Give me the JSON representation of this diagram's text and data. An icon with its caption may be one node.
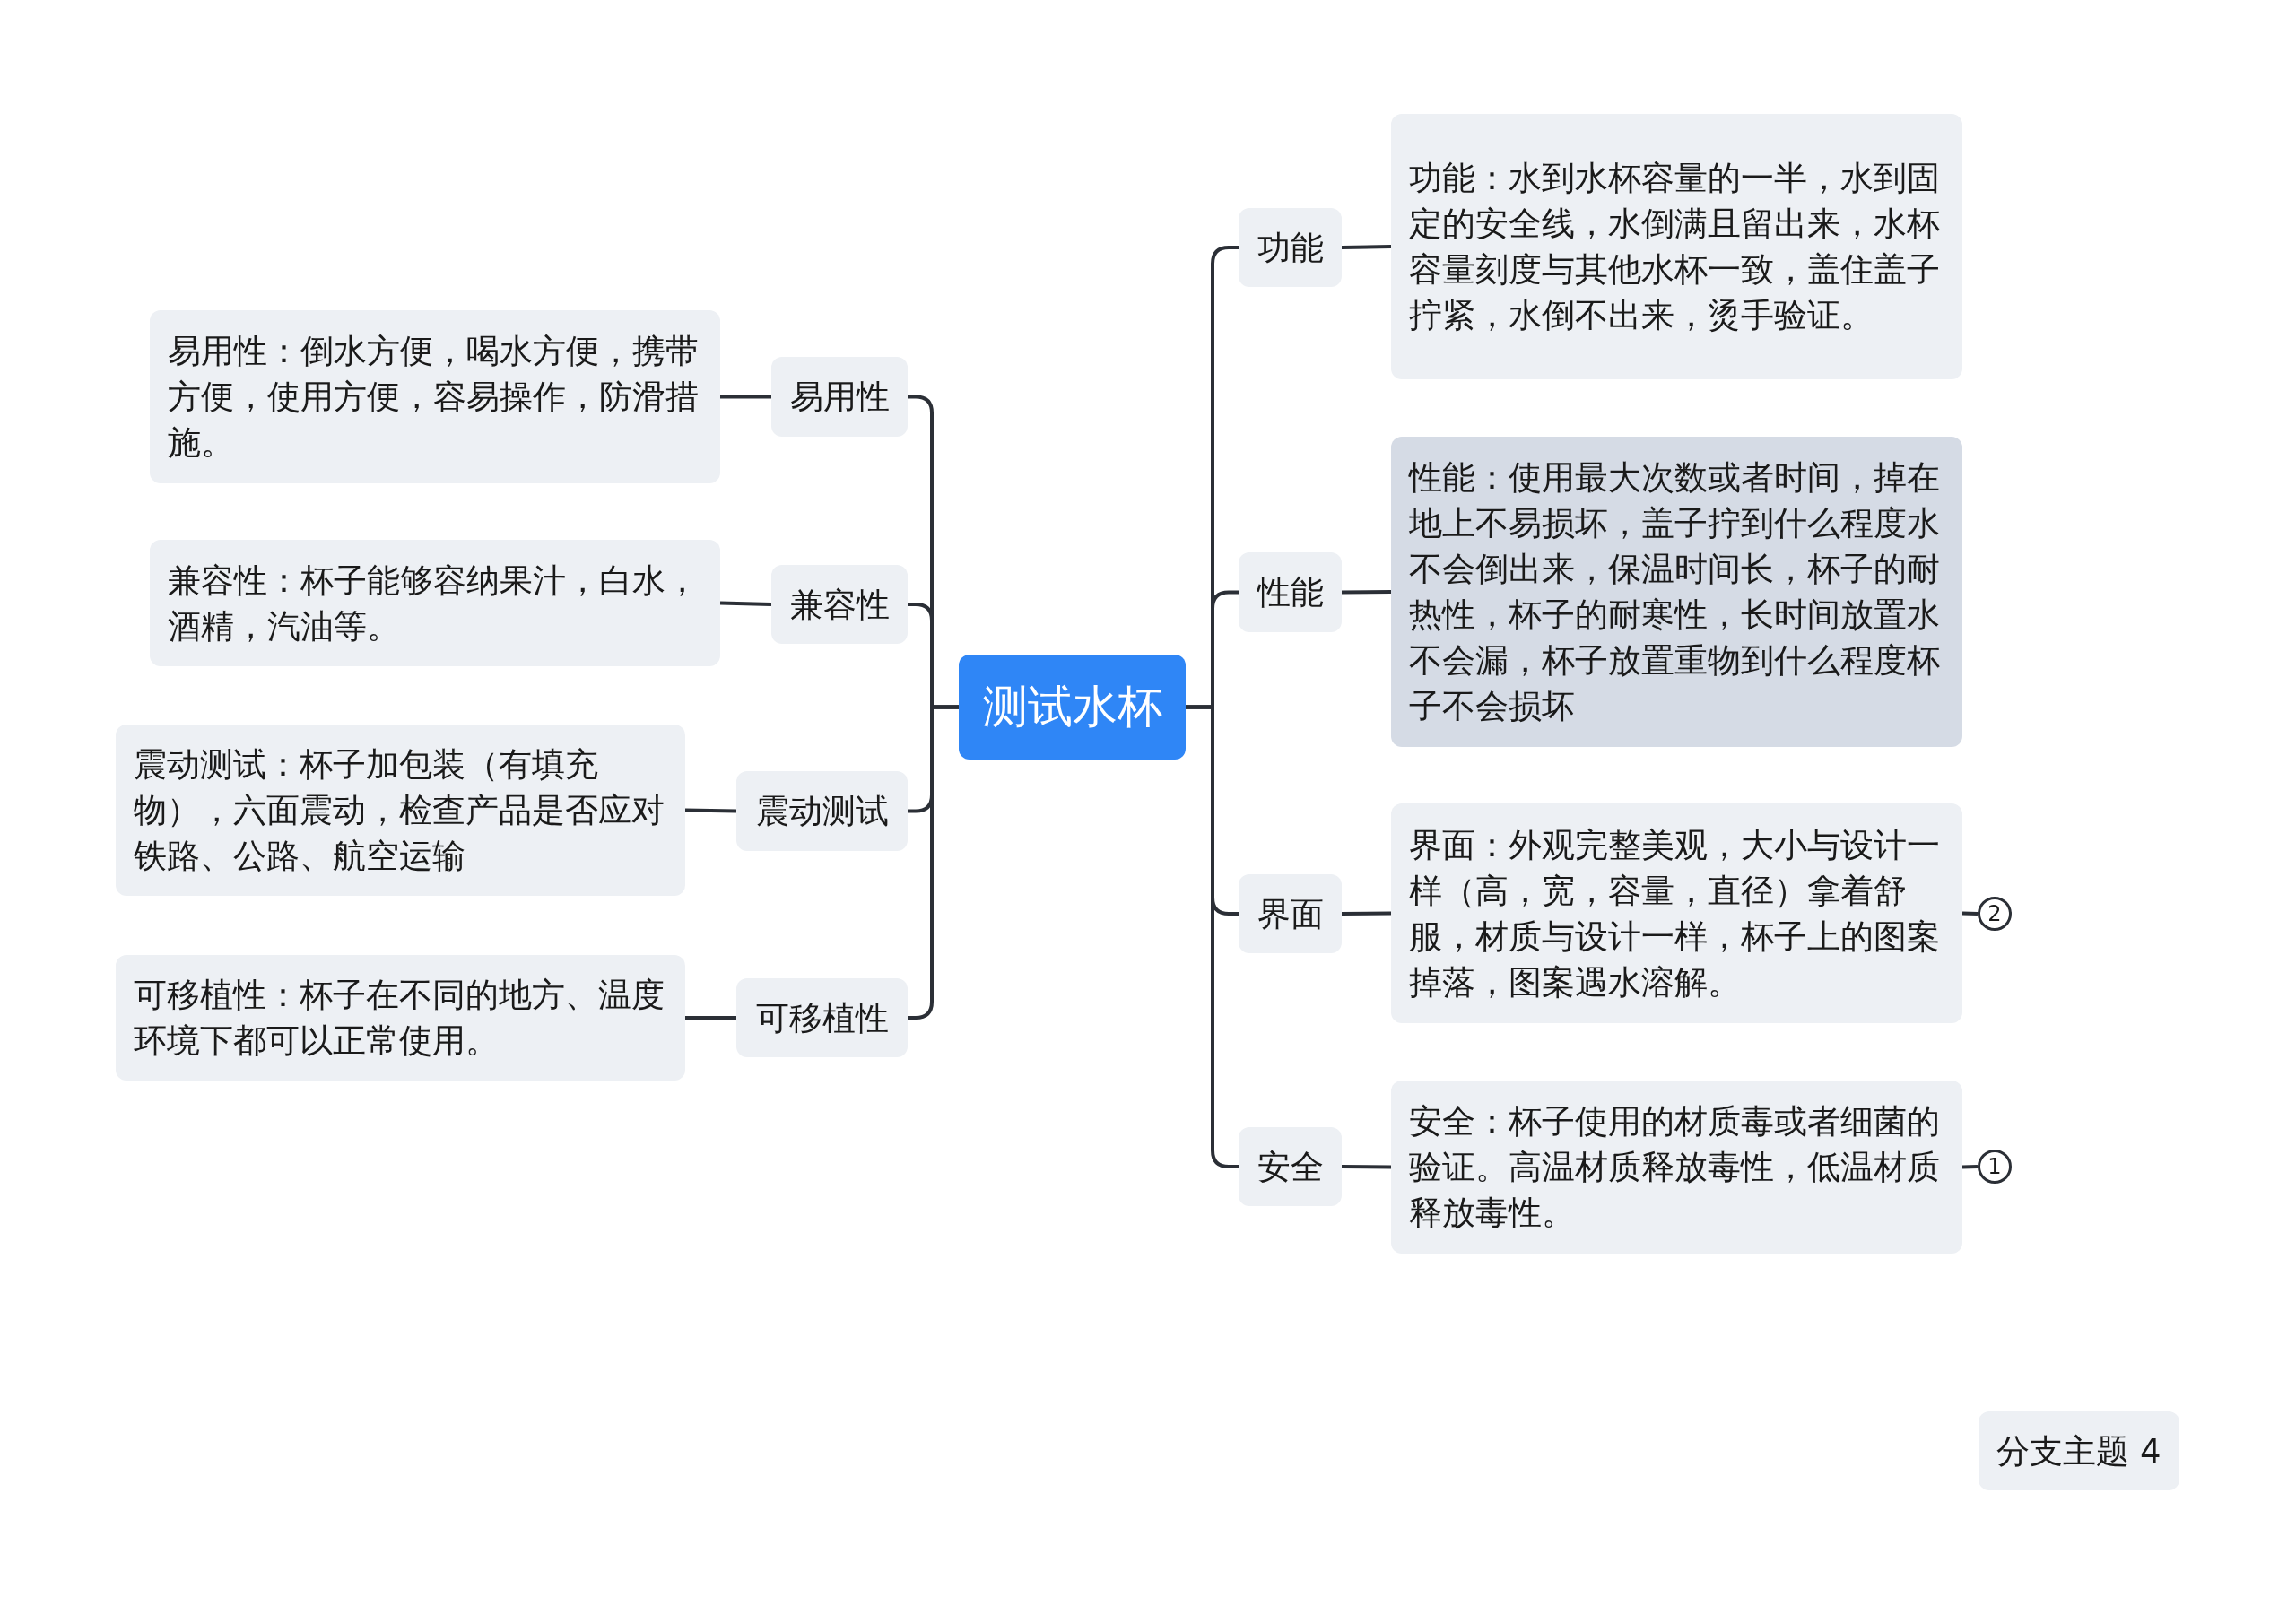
{
  "diagram": {
    "nodes": [
      {
        "text": [
          "测试水杯"
        ]
      },
      {
        "text": [
          "易用性"
        ]
      },
      {
        "text": [
          "易用性：倒水方便，喝水方便，携带方便，使用方便，容易操作，防滑措施。"
        ]
      },
      {
        "text": [
          "兼容性"
        ]
      },
      {
        "text": [
          "兼容性：杯子能够容纳果汁，白水，酒精，汽油等。"
        ]
      },
      {
        "text": [
          "震动测试"
        ]
      },
      {
        "text": [
          "震动测试：杯子加包装（有填充物），六面震动，检查产品是否应对铁路、公路、航空运输"
        ]
      },
      {
        "text": [
          "可移植性"
        ]
      },
      {
        "text": [
          "可移植性：杯子在不同的地方、温度环境下都可以正常使用。"
        ]
      },
      {
        "text": [
          "功能"
        ]
      },
      {
        "text": [
          "功能：水到水杯容量的一半，水到固定的安全线，水倒满且留出来，水杯容量刻度与其他水杯一致，盖住盖子拧紧，水倒不出来，烫手验证。"
        ]
      },
      {
        "text": [
          "性能"
        ]
      },
      {
        "text": [
          "性能：使用最大次数或者时间，掉在地上不易损坏，盖子拧到什么程度水不会倒出来，保温时间长，杯子的耐热性，杯子的耐寒性，长时间放置水不会漏，杯子放置重物到什么程度杯子不会损坏"
        ]
      },
      {
        "text": [
          "界面"
        ]
      },
      {
        "text": [
          "界面：外观完整美观，大小与设计一样（高，宽，容量，直径）拿着舒服，材质与设计一样，杯子上的图案掉落，图案遇水溶解。"
        ]
      },
      {
        "text": [
          "2"
        ]
      },
      {
        "text": [
          "安全"
        ]
      },
      {
        "text": [
          "安全：杯子使用的材质毒或者细菌的验证。高温材质释放毒性，低温材质释放毒性。"
        ]
      },
      {
        "text": [
          "1"
        ]
      },
      {
        "text": [
          "分支主题 4"
        ]
      }
    ],
    "edges": [
      {
        "from": 0,
        "to": 1,
        "arrow": "none"
      },
      {
        "from": 0,
        "to": 3,
        "arrow": "none"
      },
      {
        "from": 0,
        "to": 5,
        "arrow": "none"
      },
      {
        "from": 0,
        "to": 7,
        "arrow": "none"
      },
      {
        "from": 1,
        "to": 2,
        "arrow": "none"
      },
      {
        "from": 3,
        "to": 4,
        "arrow": "none"
      },
      {
        "from": 5,
        "to": 6,
        "arrow": "none"
      },
      {
        "from": 7,
        "to": 8,
        "arrow": "none"
      },
      {
        "from": 0,
        "to": 9,
        "arrow": "none"
      },
      {
        "from": 0,
        "to": 11,
        "arrow": "none"
      },
      {
        "from": 0,
        "to": 13,
        "arrow": "none"
      },
      {
        "from": 0,
        "to": 16,
        "arrow": "none"
      },
      {
        "from": 9,
        "to": 10,
        "arrow": "none"
      },
      {
        "from": 11,
        "to": 12,
        "arrow": "none"
      },
      {
        "from": 13,
        "to": 14,
        "arrow": "none"
      },
      {
        "from": 16,
        "to": 17,
        "arrow": "none"
      },
      {
        "from": 14,
        "to": 15,
        "arrow": "none"
      },
      {
        "from": 17,
        "to": 18,
        "arrow": "none"
      }
    ]
  }
}
